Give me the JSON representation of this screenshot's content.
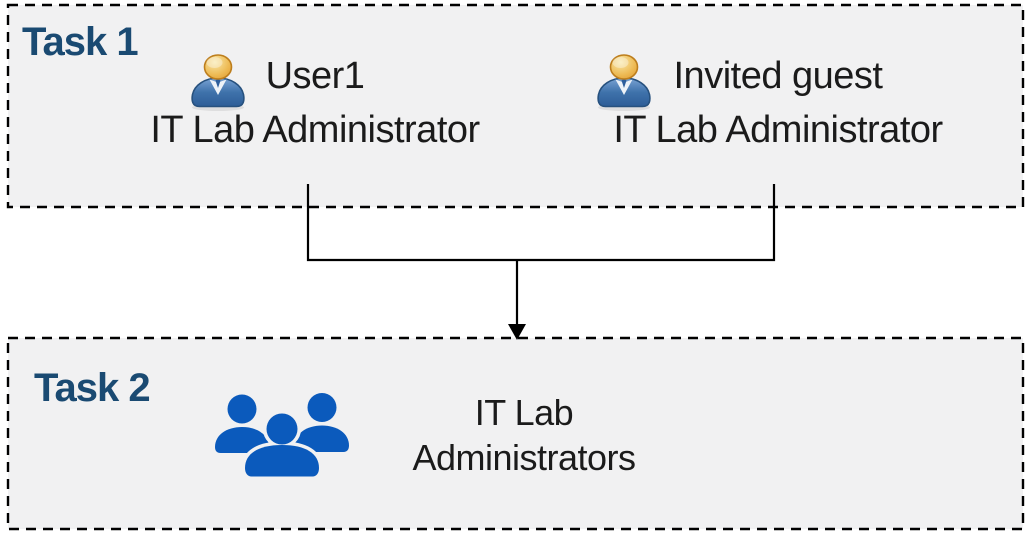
{
  "task1": {
    "label": "Task 1",
    "users": [
      {
        "name": "User1",
        "role": "IT Lab Administrator",
        "icon": "person-icon"
      },
      {
        "name": "Invited guest",
        "role": "IT Lab Administrator",
        "icon": "person-icon"
      }
    ]
  },
  "task2": {
    "label": "Task 2",
    "group": {
      "name": "IT Lab Administrators",
      "icon": "people-group-icon"
    }
  },
  "colors": {
    "task_label": "#1a4a72",
    "box_fill": "#f1f1f2",
    "box_border": "#000000",
    "connector_line": "#000000",
    "body_text": "#1b1b1b",
    "group_icon_blue": "#0b5abc",
    "person_icon_body_blue": "#3f72ab",
    "person_icon_head_gold": "#eebb55"
  }
}
